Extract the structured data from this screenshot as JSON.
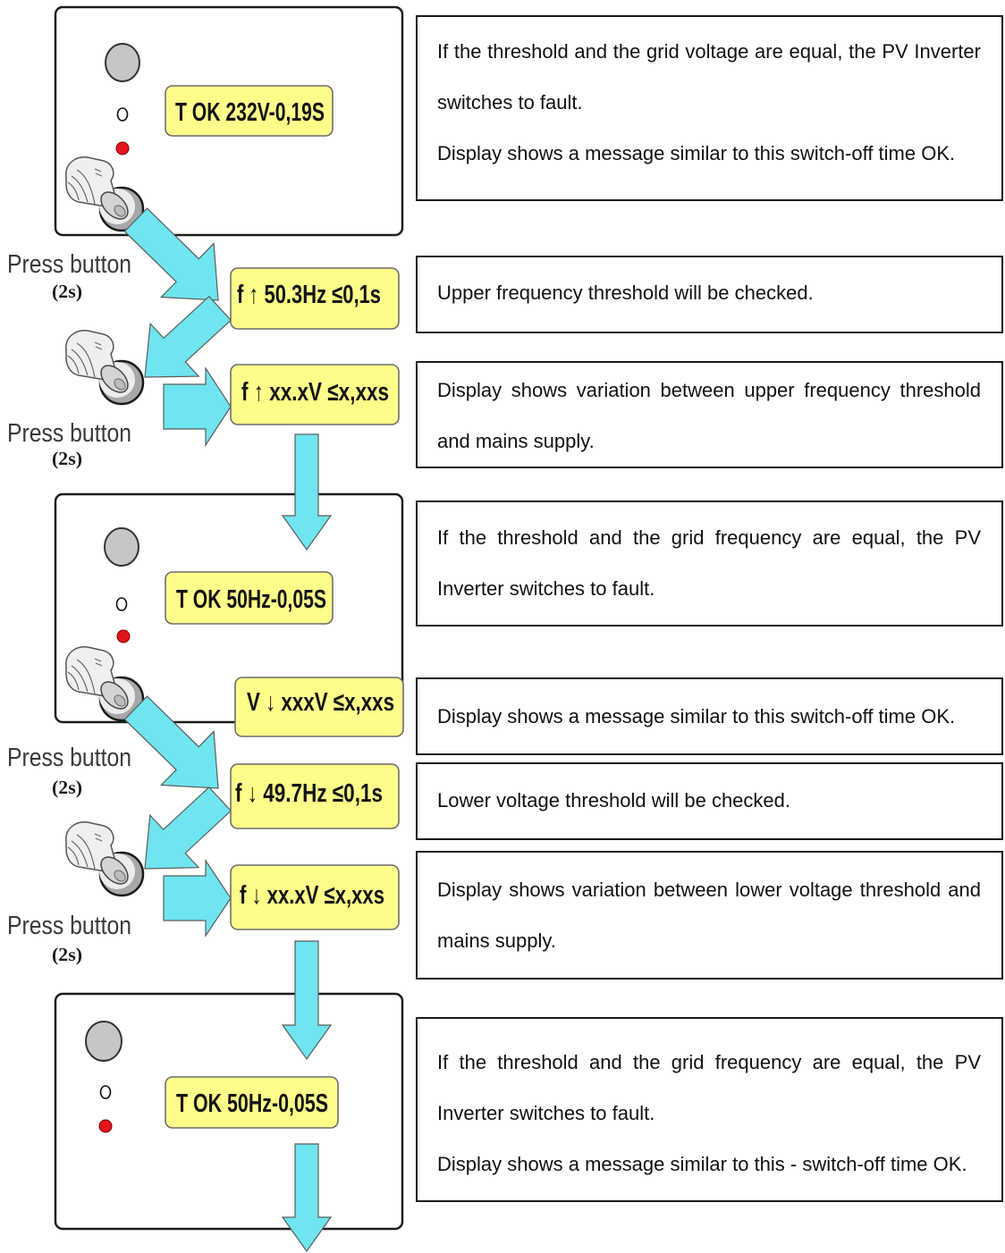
{
  "panels": [
    {
      "display": "T OK 232V-0,19S"
    },
    {
      "display": "T OK 50Hz-0,05S"
    },
    {
      "display": "T OK 50Hz-0,05S"
    }
  ],
  "steps": [
    "f ↑ 50.3Hz ≤0,1s",
    "f ↑ xx.xV ≤x,xxs",
    "V ↓ xxxV ≤x,xxs",
    "f ↓ 49.7Hz ≤0,1s",
    "f ↓ xx.xV ≤x,xxs"
  ],
  "press_button": [
    {
      "label": "Press button",
      "duration": "(2s)"
    },
    {
      "label": "Press button",
      "duration": "(2s)"
    },
    {
      "label": "Press button",
      "duration": "(2s)"
    },
    {
      "label": "Press button",
      "duration": "(2s)"
    }
  ],
  "descriptions": [
    {
      "lines": [
        "If the threshold and the grid voltage are equal, the PV Inverter",
        "switches to fault.",
        "Display shows a message similar to this switch-off time OK."
      ]
    },
    {
      "lines": [
        "Upper frequency threshold will be checked."
      ]
    },
    {
      "lines": [
        "Display shows variation between upper frequency threshold",
        "and mains supply."
      ]
    },
    {
      "lines": [
        "If the threshold and the grid frequency are equal, the PV",
        "Inverter switches to fault."
      ]
    },
    {
      "lines": [
        "Display shows a message similar to this switch-off time OK."
      ]
    },
    {
      "lines": [
        "Lower voltage threshold will be checked."
      ]
    },
    {
      "lines": [
        "Display shows variation between lower voltage threshold and",
        "mains supply."
      ]
    },
    {
      "lines": [
        "If the threshold and the grid frequency are equal, the PV",
        "Inverter switches to fault.",
        "Display shows a message similar to this - switch-off time OK."
      ]
    }
  ],
  "colors": {
    "arrow": "#6ee5ef",
    "lcd_background": "#fdfd8a",
    "led_red": "#e3141b",
    "button_gray": "#c6c6c6"
  }
}
